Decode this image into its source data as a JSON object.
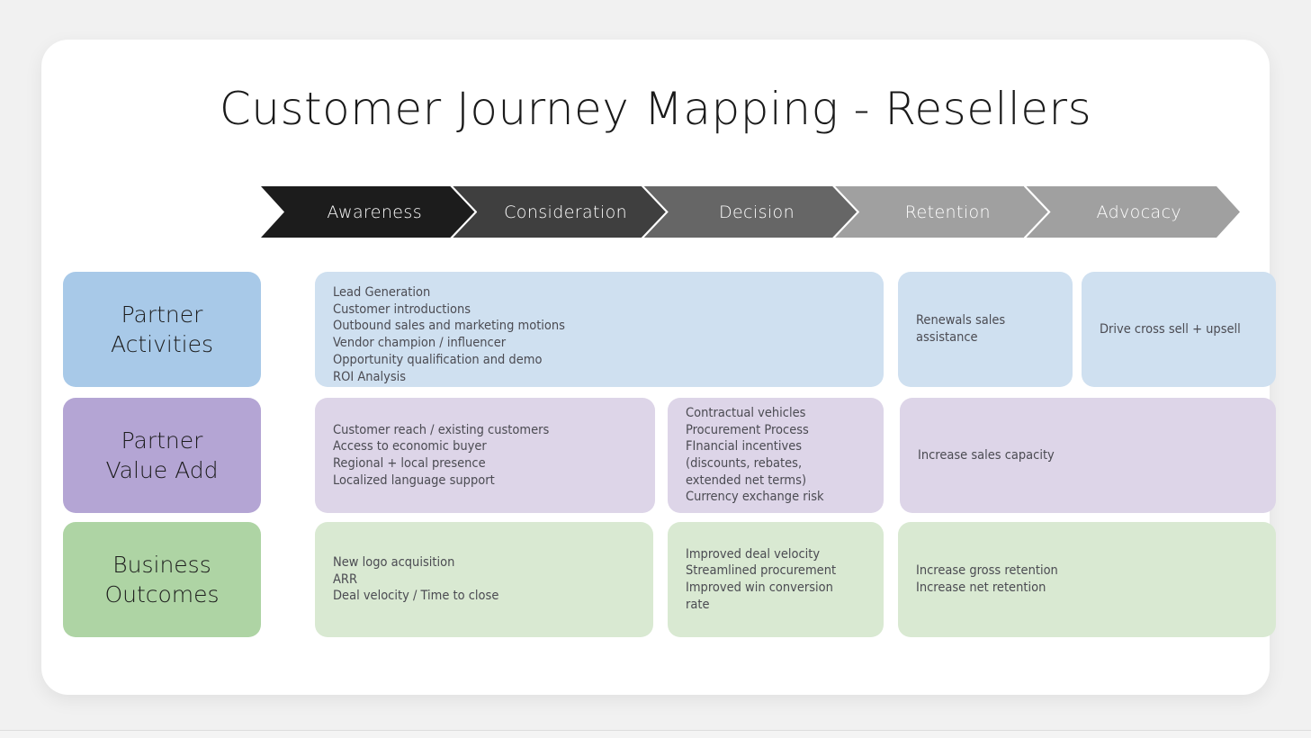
{
  "canvas": {
    "background_color": "#f1f1f1",
    "panel_color": "#ffffff"
  },
  "header": {
    "title": "Customer Journey Mapping - Resellers"
  },
  "stages": [
    {
      "label": "Awareness",
      "color": "#1c1c1c"
    },
    {
      "label": "Consideration",
      "color": "#3f3f3f"
    },
    {
      "label": "Decision",
      "color": "#666666"
    },
    {
      "label": "Retention",
      "color": "#a0a0a0"
    },
    {
      "label": "Advocacy",
      "color": "#a0a0a0"
    }
  ],
  "rows": [
    {
      "key": "partner-activities",
      "label_line1": "Partner",
      "label_line2": "Activities",
      "label_color": "#a8c9e8",
      "content_color": "#cfe0f0",
      "cards": [
        {
          "name": "partner-activities-awareness-consideration-decision",
          "lines": [
            "Lead Generation",
            "Customer introductions",
            "Outbound sales and marketing motions",
            "Vendor champion / influencer",
            "Opportunity qualification and demo",
            "ROI Analysis"
          ]
        },
        {
          "name": "partner-activities-retention",
          "lines": [
            "Renewals sales",
            "assistance"
          ]
        },
        {
          "name": "partner-activities-advocacy",
          "lines": [
            "Drive cross sell + upsell"
          ]
        }
      ]
    },
    {
      "key": "partner-value-add",
      "label_line1": "Partner",
      "label_line2": "Value Add",
      "label_color": "#b4a5d4",
      "content_color": "#ddd5e8",
      "cards": [
        {
          "name": "partner-value-add-awareness-consideration",
          "lines": [
            "Customer reach / existing customers",
            "Access to economic buyer",
            "Regional + local presence",
            "Localized language support"
          ]
        },
        {
          "name": "partner-value-add-decision",
          "lines": [
            "Contractual vehicles",
            "Procurement Process",
            "FInancial incentives",
            "(discounts, rebates,",
            "extended net terms)",
            "Currency exchange risk"
          ]
        },
        {
          "name": "partner-value-add-retention-advocacy",
          "lines": [
            "Increase sales capacity"
          ]
        }
      ]
    },
    {
      "key": "business-outcomes",
      "label_line1": "Business",
      "label_line2": "Outcomes",
      "label_color": "#aed4a4",
      "content_color": "#d9e9d2",
      "cards": [
        {
          "name": "business-outcomes-awareness-consideration",
          "lines": [
            "New logo acquisition",
            "ARR",
            "Deal velocity / Time to close"
          ]
        },
        {
          "name": "business-outcomes-decision",
          "lines": [
            "Improved deal velocity",
            "Streamlined procurement",
            "Improved win conversion",
            "rate"
          ]
        },
        {
          "name": "business-outcomes-retention-advocacy",
          "lines": [
            "Increase gross retention",
            "Increase net retention"
          ]
        }
      ]
    }
  ]
}
